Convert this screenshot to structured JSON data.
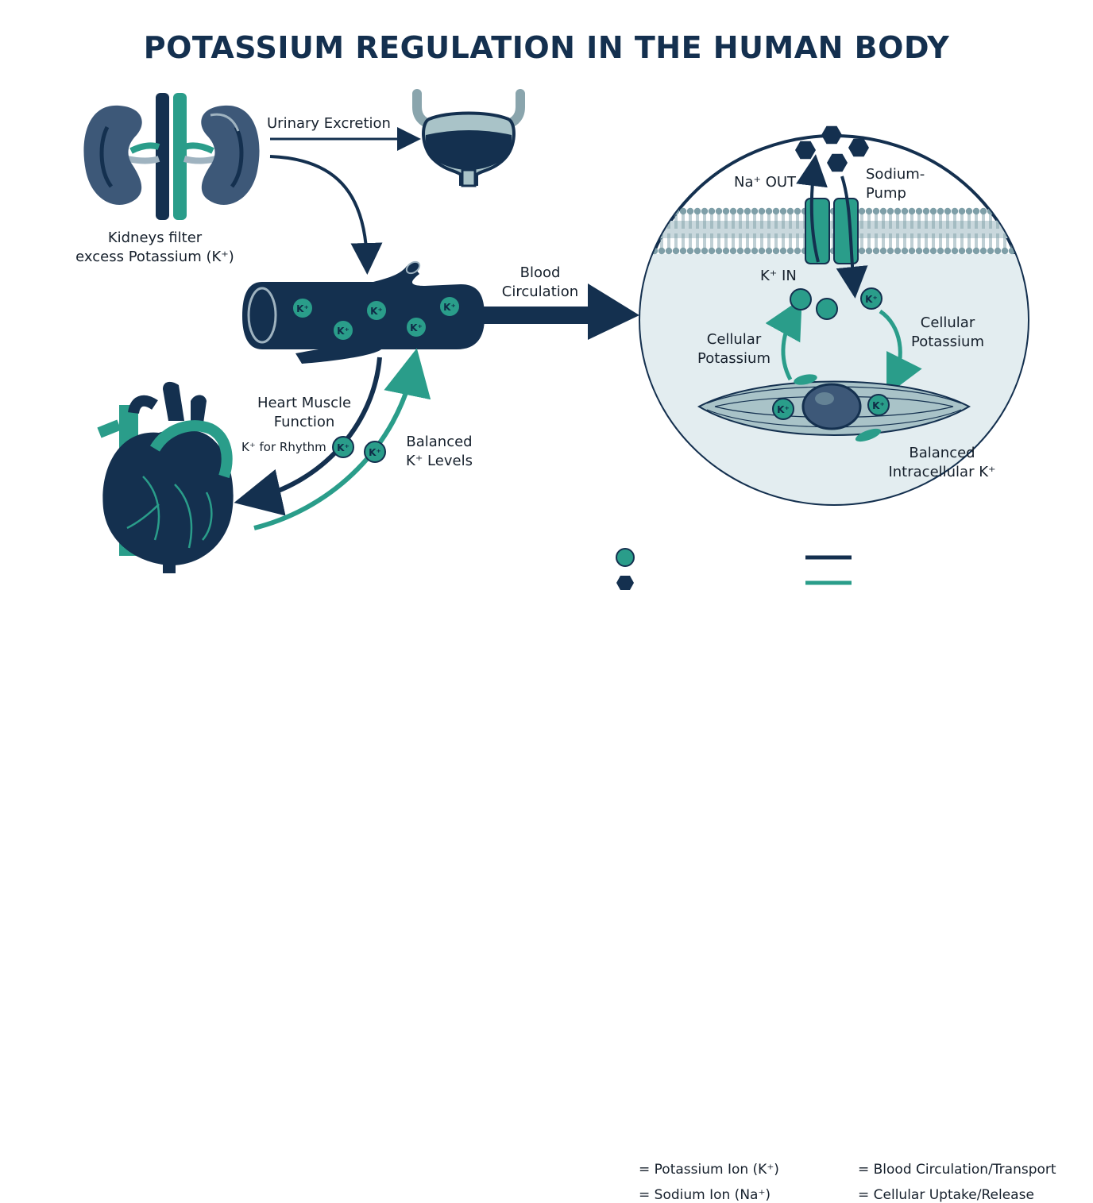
{
  "title": "POTASSIUM REGULATION IN THE HUMAN BODY",
  "kidneys": {
    "label_line1": "Kidneys filter",
    "label_line2": "excess Potassium (K⁺)",
    "arrow_label": "Urinary Excretion"
  },
  "blood": {
    "vessel_ion_label": "K⁺",
    "arrow_label_line1": "Blood",
    "arrow_label_line2": "Circulation"
  },
  "heart": {
    "label_line1": "Heart Muscle",
    "label_line2": "Function",
    "rhythm_label": "K⁺ for Rhythm",
    "balanced_line1": "Balanced",
    "balanced_line2": "K⁺ Levels",
    "ion_label": "K⁺"
  },
  "cell": {
    "na_out": "Na⁺ OUT",
    "pump_line1": "Sodium-",
    "pump_line2": "Pump",
    "k_in": "K⁺ IN",
    "ion_label": "K⁺",
    "left_label_line1": "Cellular",
    "left_label_line2": "Potassium",
    "right_label_line1": "Cellular",
    "right_label_line2": "Potassium",
    "balanced_line1": "Balanced",
    "balanced_line2": "Intracellular K⁺"
  },
  "legend": {
    "potassium": "= Potassium Ion (K⁺)",
    "sodium": "= Sodium Ion (Na⁺)",
    "blood": "= Blood Circulation/Transport",
    "cellular": "= Cellular Uptake/Release"
  },
  "colors": {
    "navy": "#14304f",
    "teal": "#2a9d8a",
    "kidney": "#3d5878",
    "cell_fill": "#e3edf0",
    "membrane": "#7f9fa8"
  }
}
